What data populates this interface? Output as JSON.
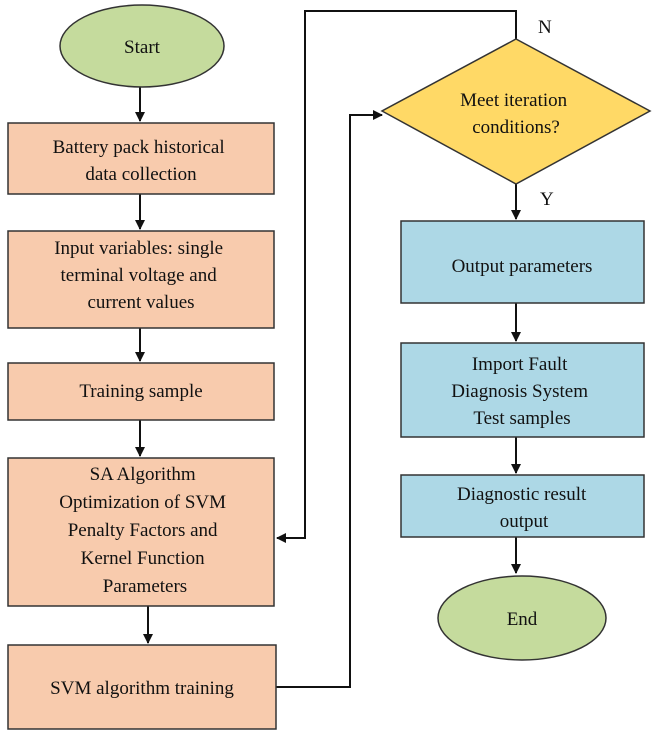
{
  "colors": {
    "orange_fill": "#F8CBAD",
    "blue_fill": "#ADD8E6",
    "green_fill": "#C5DB9D",
    "yellow_fill": "#FFD966",
    "stroke": "#333333",
    "arrow": "#111111"
  },
  "nodes": {
    "start": {
      "lines": [
        "Start"
      ]
    },
    "collection": {
      "lines": [
        "Battery pack historical",
        "data collection"
      ]
    },
    "input_vars": {
      "lines": [
        "Input variables: single",
        "terminal voltage and",
        "current values"
      ]
    },
    "training_sample": {
      "lines": [
        "Training sample"
      ]
    },
    "sa_opt": {
      "lines": [
        "SA Algorithm",
        "Optimization of SVM",
        "Penalty Factors and",
        "Kernel Function",
        "Parameters"
      ]
    },
    "svm_training": {
      "lines": [
        "SVM algorithm training"
      ]
    },
    "decision": {
      "lines": [
        "Meet iteration",
        "conditions?"
      ]
    },
    "output_params": {
      "lines": [
        "Output parameters"
      ]
    },
    "import_fault": {
      "lines": [
        "Import Fault",
        "Diagnosis System",
        "Test samples"
      ]
    },
    "diag_result": {
      "lines": [
        "Diagnostic result",
        "output"
      ]
    },
    "end": {
      "lines": [
        "End"
      ]
    }
  },
  "edge_labels": {
    "no": "N",
    "yes": "Y"
  }
}
